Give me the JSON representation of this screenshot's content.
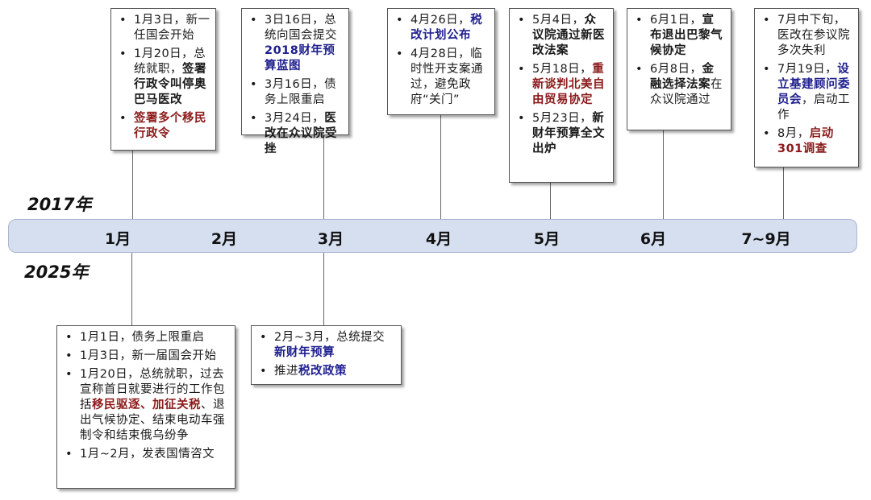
{
  "years": {
    "top": "2017年",
    "bottom": "2025年"
  },
  "months": [
    "1月",
    "2月",
    "3月",
    "4月",
    "5月",
    "6月",
    "7~9月"
  ],
  "colors": {
    "bar": "#d6dff0",
    "red": "#8b1a1a",
    "blue": "#1f1f8f"
  },
  "boxes_2017": [
    {
      "items": [
        [
          {
            "t": "1月3日，新一任国会开始",
            "s": "n"
          }
        ],
        [
          {
            "t": "1月20日，总统就职，",
            "s": "n"
          },
          {
            "t": "签署行政令叫停奥巴马医改",
            "s": "b"
          }
        ],
        [
          {
            "t": "签署多个移民行政令",
            "s": "r"
          }
        ]
      ]
    },
    {
      "items": [
        [
          {
            "t": "3日16日，总统向国会提交",
            "s": "n"
          },
          {
            "t": "2018财年预算蓝图",
            "s": "u"
          }
        ],
        [
          {
            "t": "3月16日，债务上限重启",
            "s": "n"
          }
        ],
        [
          {
            "t": "3月24日，",
            "s": "n"
          },
          {
            "t": "医改在众议院受挫",
            "s": "b"
          }
        ]
      ]
    },
    {
      "items": [
        [
          {
            "t": "4月26日，",
            "s": "n"
          },
          {
            "t": "税改计划公布",
            "s": "u"
          }
        ],
        [
          {
            "t": "4月28日，临时性开支案通过，避免政府“关门”",
            "s": "n"
          }
        ]
      ]
    },
    {
      "items": [
        [
          {
            "t": "5月4日，",
            "s": "n"
          },
          {
            "t": "众议院通过新医改法案",
            "s": "b"
          }
        ],
        [
          {
            "t": "5月18日，",
            "s": "n"
          },
          {
            "t": "重新谈判北美自由贸易协定",
            "s": "r"
          }
        ],
        [
          {
            "t": "5月23日，",
            "s": "n"
          },
          {
            "t": "新财年预算全文出炉",
            "s": "b"
          }
        ]
      ]
    },
    {
      "items": [
        [
          {
            "t": "6月1日，",
            "s": "n"
          },
          {
            "t": "宣布退出巴黎气候协定",
            "s": "b"
          }
        ],
        [
          {
            "t": "6月8日，",
            "s": "n"
          },
          {
            "t": "金融选择法案",
            "s": "b"
          },
          {
            "t": "在众议院通过",
            "s": "n"
          }
        ]
      ]
    },
    {
      "items": [
        [
          {
            "t": "7月中下旬，医改在参议院多次失利",
            "s": "n"
          }
        ],
        [
          {
            "t": "7月19日，",
            "s": "n"
          },
          {
            "t": "设立基建顾问委员会",
            "s": "u"
          },
          {
            "t": "，启动工作",
            "s": "n"
          }
        ],
        [
          {
            "t": "8月，",
            "s": "n"
          },
          {
            "t": "启动301调查",
            "s": "r"
          }
        ]
      ]
    }
  ],
  "boxes_2025": [
    {
      "items": [
        [
          {
            "t": "1月1日，债务上限重启",
            "s": "n"
          }
        ],
        [
          {
            "t": "1月3日，新一届国会开始",
            "s": "n"
          }
        ],
        [
          {
            "t": "1月20日，总统就职，过去宣称首日就要进行的工作包括",
            "s": "n"
          },
          {
            "t": "移民驱逐、加征关税",
            "s": "r"
          },
          {
            "t": "、退出气候协定、结束电动车强制令和结束俄乌纷争",
            "s": "n"
          }
        ],
        [
          {
            "t": "1月~2月，发表国情咨文",
            "s": "n"
          }
        ]
      ]
    },
    {
      "items": [
        [
          {
            "t": "2月~3月，总统提交",
            "s": "n"
          },
          {
            "t": "新财年预算",
            "s": "u"
          }
        ],
        [
          {
            "t": "推进",
            "s": "n"
          },
          {
            "t": "税改政策",
            "s": "u"
          }
        ]
      ]
    }
  ]
}
